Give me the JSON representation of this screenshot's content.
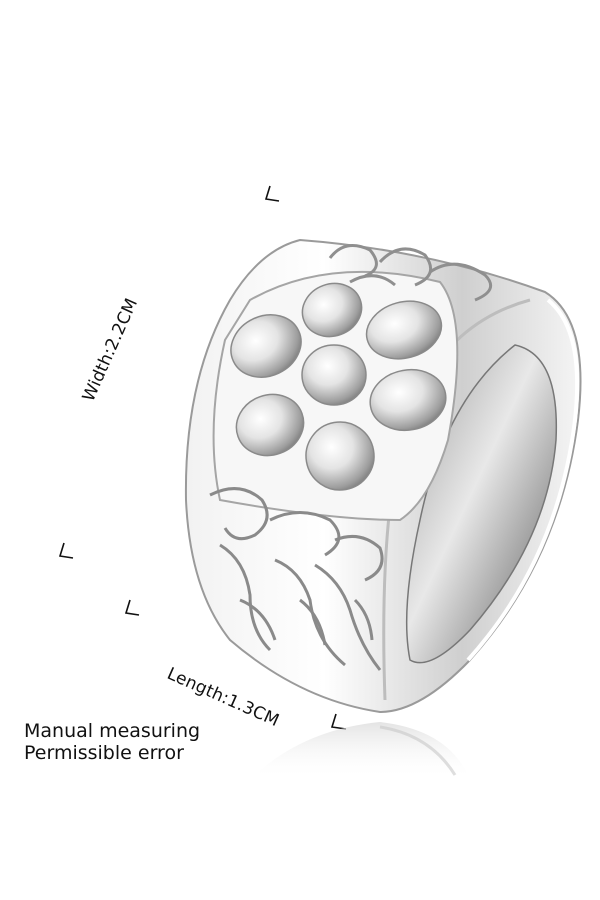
{
  "dimensions": {
    "width_label": "Width:2.2CM",
    "length_label": "Length:1.3CM"
  },
  "note": {
    "line1": "Manual measuring",
    "line2": "Permissible error"
  },
  "image": {
    "subject": "silver-flower-filigree-ring",
    "background_color": "#ffffff",
    "metal_color": "#d9d9d9"
  }
}
